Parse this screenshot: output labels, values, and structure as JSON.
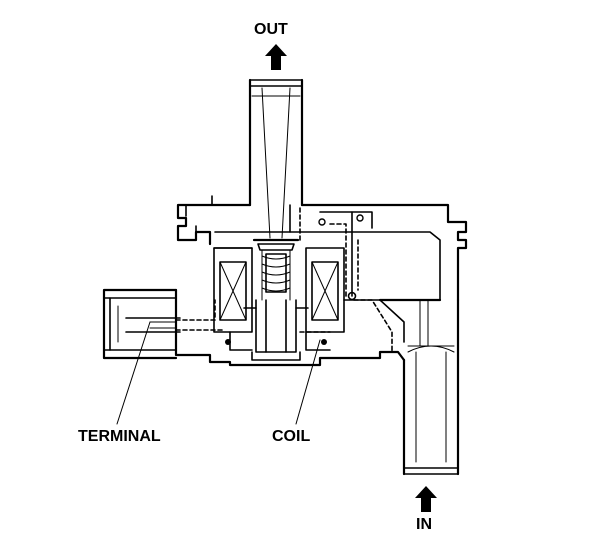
{
  "labels": {
    "out": "OUT",
    "in": "IN",
    "terminal": "TERMINAL",
    "coil": "COIL"
  },
  "icons": {
    "out_arrow": "arrow-up-icon",
    "in_arrow": "arrow-up-icon"
  }
}
